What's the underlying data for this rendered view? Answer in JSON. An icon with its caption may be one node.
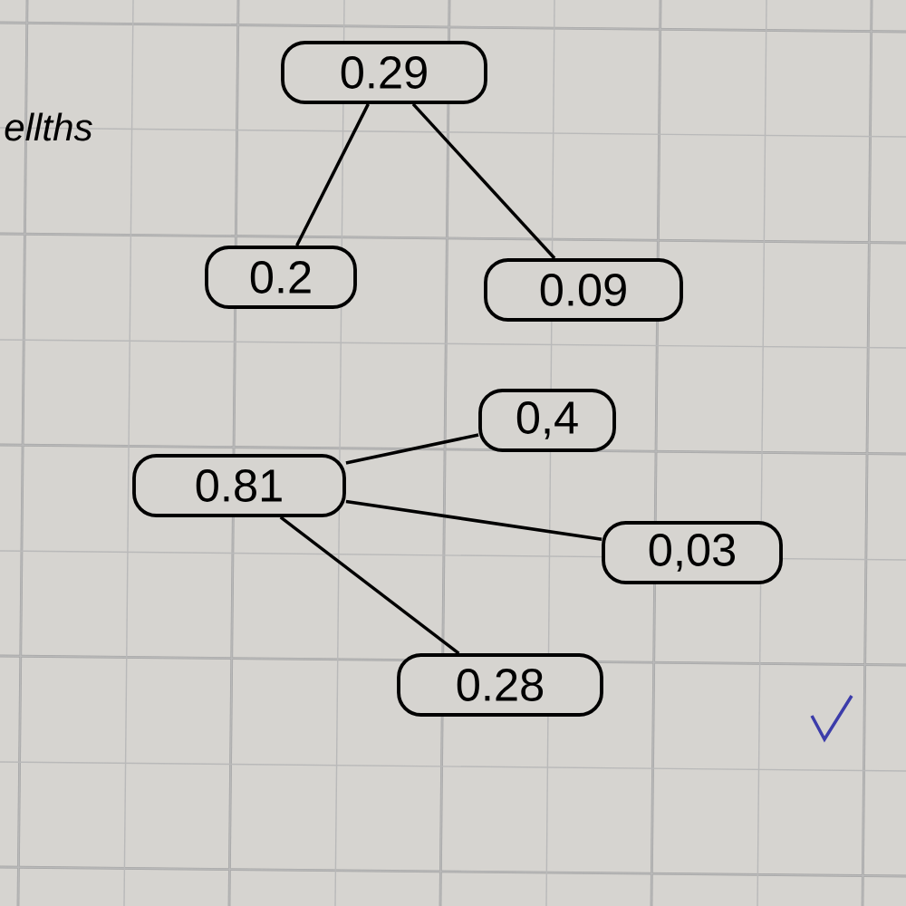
{
  "diagram": {
    "nodes": [
      {
        "text": [
          "0.29"
        ]
      },
      {
        "text": [
          "0.2"
        ]
      },
      {
        "text": [
          "0.09"
        ]
      },
      {
        "text": [
          "0,4"
        ]
      },
      {
        "text": [
          "0.81"
        ]
      },
      {
        "text": [
          "0,03"
        ]
      },
      {
        "text": [
          "0.28"
        ]
      }
    ],
    "edges": [
      {
        "from": 0,
        "to": 1,
        "arrow": "none"
      },
      {
        "from": 0,
        "to": 2,
        "arrow": "none"
      },
      {
        "from": 4,
        "to": 3,
        "arrow": "none"
      },
      {
        "from": 4,
        "to": 5,
        "arrow": "none"
      },
      {
        "from": 4,
        "to": 6,
        "arrow": "none"
      }
    ],
    "labels": [
      "ellths"
    ]
  }
}
